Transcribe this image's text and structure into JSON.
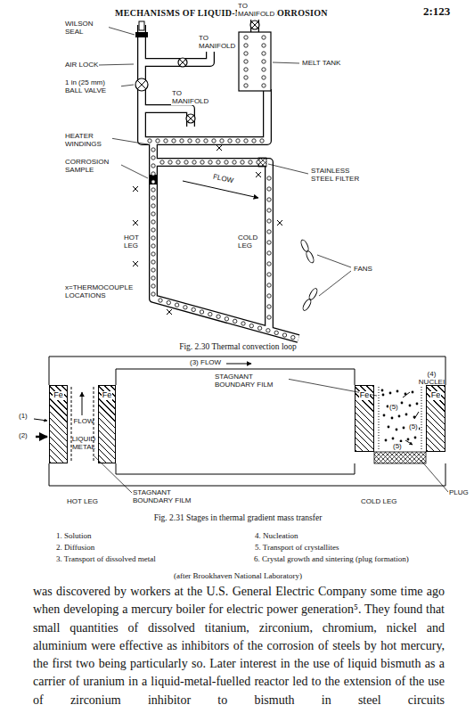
{
  "diagram": {
    "title": "MECHANISMS OF LIQUID-METAL CORROSION",
    "nodes": [
      {
        "text": [
          "Fe"
        ]
      },
      {
        "text": [
          "Fe"
        ]
      },
      {
        "text": [
          "Fe"
        ]
      },
      {
        "text": [
          "Fe"
        ]
      }
    ],
    "labels": [
      "2:123",
      "WILSON SEAL",
      "AIR LOCK",
      "1 in (25 mm) BALL VALVE",
      "TO MANIFOLD",
      "TO MANIFOLD",
      "TO MANIFOLD",
      "MELT TANK",
      "HEATER WINDINGS",
      "CORROSION SAMPLE",
      "STAINLESS STEEL FILTER",
      "FLOW",
      "HOT LEG",
      "COLD LEG",
      "FANS",
      "x=THERMOCOUPLE LOCATIONS",
      "Fig. 2.30  Thermal convection loop",
      "(3) FLOW",
      "STAGNANT BOUNDARY FILM",
      "(4) NUCLEI",
      "FLOW",
      "(1)",
      "(2)",
      "LIQUID METAL",
      "(5)",
      "(5)",
      "(5)",
      "STAGNANT BOUNDARY FILM",
      "PLUG",
      "HOT LEG",
      "COLD LEG",
      "Fig. 2.31  Stages in thermal gradient mass transfer",
      "1. Solution",
      "2. Diffusion",
      "3. Transport of dissolved metal",
      "4. Nucleation",
      "5. Transport of crystallites",
      "6. Crystal growth and sintering (plug formation)",
      "(after Brookhaven National Laboratory)",
      "was discovered by workers at the U.S. General Electric Company some time ago when developing a mercury boiler for electric power generation⁵. They found that small quantities of dissolved titanium, zirconium, chromium, nickel and aluminium were effective as inhibitors of the corrosion of steels by hot mercury, the first two being particularly so. Later interest in the use of liquid bismuth as a carrier of uranium in a liquid-metal-fuelled reactor led to the extension of the use of zirconium inhibitor to bismuth in steel circuits"
    ]
  }
}
